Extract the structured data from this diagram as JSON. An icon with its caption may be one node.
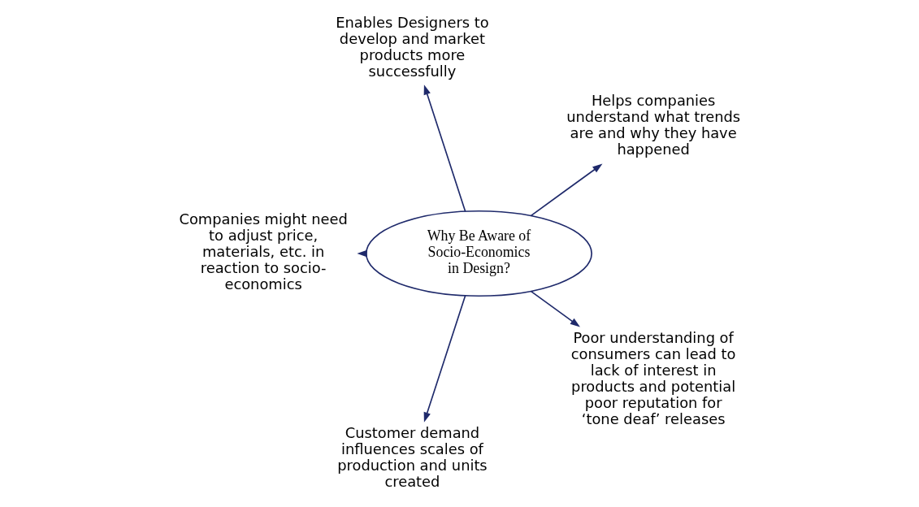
{
  "diagram": {
    "nodes": [
      {
        "text": [
          "Why Be Aware of Socio-Economics in Design?"
        ]
      },
      {
        "text": [
          "Helps companies understand what trends are and why they have happened"
        ]
      },
      {
        "text": [
          "Enables Designers to develop and market products more successfully"
        ]
      },
      {
        "text": [
          "Companies might need to adjust price, materials, etc. in reaction to socio-economics"
        ]
      },
      {
        "text": [
          "Customer demand influences scales of production and units created"
        ]
      },
      {
        "text": [
          "Poor understanding of consumers can lead to lack of interest in products and potential poor reputation for ‘tone deaf’ releases"
        ]
      }
    ],
    "edges": [
      {
        "from": 0,
        "to": 1,
        "arrow": "to"
      },
      {
        "from": 0,
        "to": 2,
        "arrow": "to"
      },
      {
        "from": 0,
        "to": 5,
        "arrow": "to"
      },
      {
        "from": 0,
        "to": 4,
        "arrow": "to"
      },
      {
        "from": 0,
        "to": 3,
        "arrow": "to"
      }
    ]
  }
}
